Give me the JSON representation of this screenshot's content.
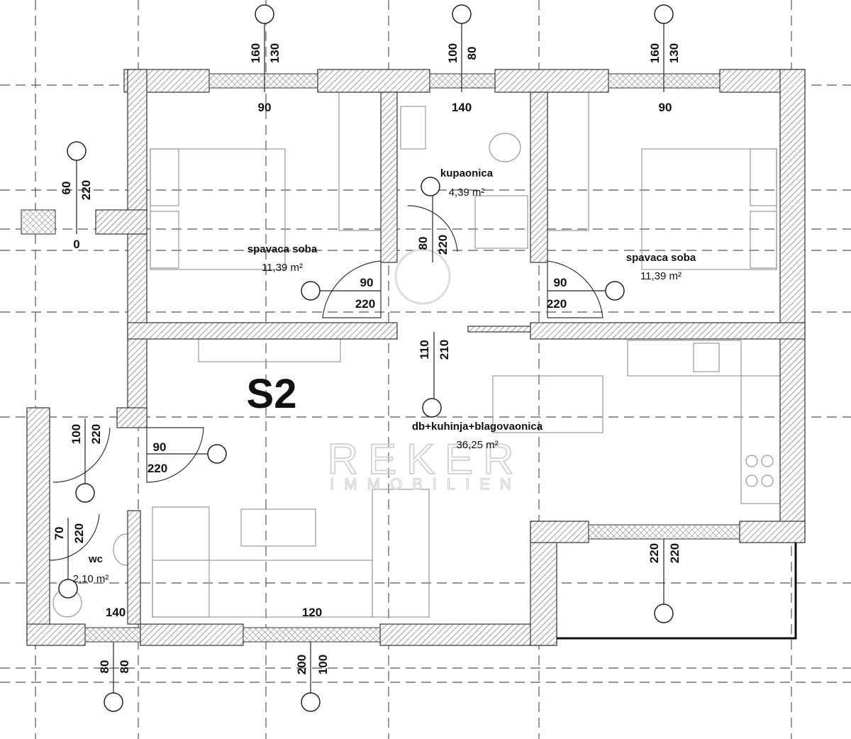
{
  "plan": {
    "unit_label": "S2",
    "rooms": [
      {
        "name": "kupaonica",
        "area": "4,39 m²"
      },
      {
        "name": "spavaca soba",
        "area": "11,39 m²"
      },
      {
        "name": "spavaca soba",
        "area": "11,39 m²"
      },
      {
        "name": "db+kuhinja+blagovaonica",
        "area": "36,25 m²"
      },
      {
        "name": "wc",
        "area": "2,10 m²"
      }
    ],
    "openings": {
      "top_left_window": {
        "a": "160",
        "b": "130",
        "width": "90"
      },
      "top_mid_window": {
        "a": "100",
        "b": "80",
        "width": "140"
      },
      "top_right_window": {
        "a": "160",
        "b": "130",
        "width": "90"
      },
      "entry": {
        "a": "60",
        "b": "220",
        "sill": "0"
      },
      "bath_door": {
        "a": "80",
        "b": "220"
      },
      "bed_left_door": {
        "a": "90",
        "b": "220"
      },
      "bed_right_door": {
        "a": "90",
        "b": "220"
      },
      "hall_opening": {
        "a": "110",
        "b": "210"
      },
      "living_door": {
        "a": "90",
        "b": "220"
      },
      "hall_door": {
        "a": "100",
        "b": "220"
      },
      "wc_door": {
        "a": "70",
        "b": "220"
      },
      "wc_window": {
        "a": "80",
        "b": "80",
        "width": "140"
      },
      "living_window": {
        "a": "200",
        "b": "100",
        "width": "120"
      },
      "balcony_door": {
        "a": "220",
        "b": "220"
      }
    },
    "watermark": {
      "line1": "REKER",
      "line2": "IMMOBILIEN"
    }
  }
}
